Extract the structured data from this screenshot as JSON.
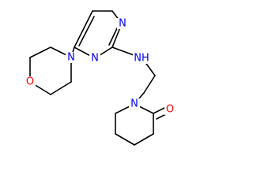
{
  "molecule": {
    "atom_labels": {
      "morpholine_oxygen": "O",
      "morpholine_nitrogen": "N",
      "pyrimidine_n_top": "N",
      "pyrimidine_n_bottom": "N",
      "amine_nh": "NH",
      "piperidinone_nitrogen": "N",
      "carbonyl_oxygen": "O"
    },
    "colors": {
      "bond": "#000000",
      "nitrogen": "#0000ff",
      "oxygen": "#ff0000"
    }
  }
}
